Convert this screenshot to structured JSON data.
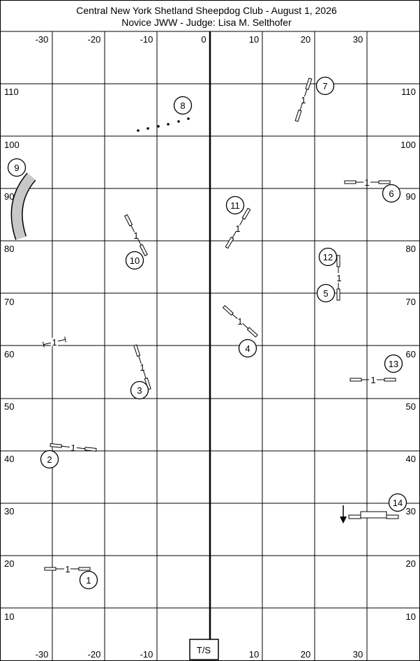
{
  "header": {
    "line1": "Central New York Shetland Sheepdog Club - August 1, 2026",
    "line2": "Novice JWW - Judge: Lisa M. Selthofer"
  },
  "grid": {
    "x_top_labels": [
      "-30",
      "-20",
      "-10",
      "0",
      "10",
      "20",
      "30"
    ],
    "x_bottom_labels": [
      "-30",
      "-20",
      "-10",
      "10",
      "20",
      "30"
    ],
    "y_labels": [
      "110",
      "100",
      "90",
      "80",
      "70",
      "60",
      "50",
      "40",
      "30",
      "20",
      "10"
    ]
  },
  "start": {
    "label": "T/S"
  },
  "jump_bar_label": "1",
  "obstacles": [
    {
      "number": "1",
      "type": "jump"
    },
    {
      "number": "2",
      "type": "jump"
    },
    {
      "number": "3",
      "type": "jump"
    },
    {
      "number": "4",
      "type": "jump"
    },
    {
      "number": "5",
      "type": "jump"
    },
    {
      "number": "6",
      "type": "jump"
    },
    {
      "number": "7",
      "type": "jump"
    },
    {
      "number": "8",
      "type": "weave-poles"
    },
    {
      "number": "9",
      "type": "tunnel"
    },
    {
      "number": "10",
      "type": "jump"
    },
    {
      "number": "11",
      "type": "jump"
    },
    {
      "number": "12",
      "type": "jump"
    },
    {
      "number": "13",
      "type": "jump"
    },
    {
      "number": "14",
      "type": "tire"
    }
  ],
  "colors": {
    "line": "#000000",
    "tunnel_fill": "#c8c8c8",
    "background": "#ffffff"
  }
}
